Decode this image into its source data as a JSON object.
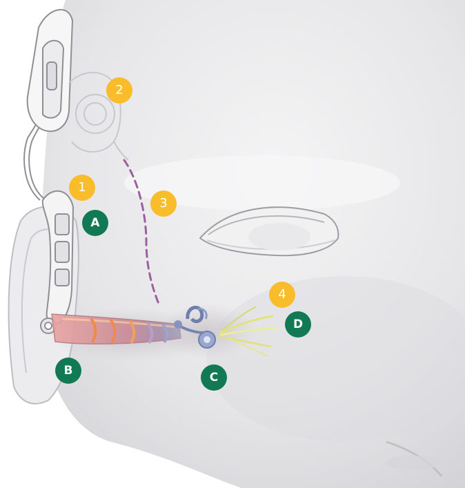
{
  "colors": {
    "number_marker": "#f9bd2c",
    "letter_marker": "#117a55",
    "dashed_path": "#9b5fa0",
    "skin": "#e9e9eb"
  },
  "figure": {
    "components": [
      {
        "id": "processor",
        "icon": "sound-processor-icon"
      },
      {
        "id": "coil",
        "icon": "transmitter-coil-icon"
      },
      {
        "id": "implant",
        "icon": "implant-receiver-icon"
      },
      {
        "id": "cochlea",
        "icon": "cochlea-electrode-icon"
      },
      {
        "id": "nerve",
        "icon": "auditory-nerve-icon"
      }
    ]
  },
  "markers": {
    "numbers": [
      "1",
      "2",
      "3",
      "4"
    ],
    "letters": [
      "A",
      "B",
      "C",
      "D"
    ]
  }
}
